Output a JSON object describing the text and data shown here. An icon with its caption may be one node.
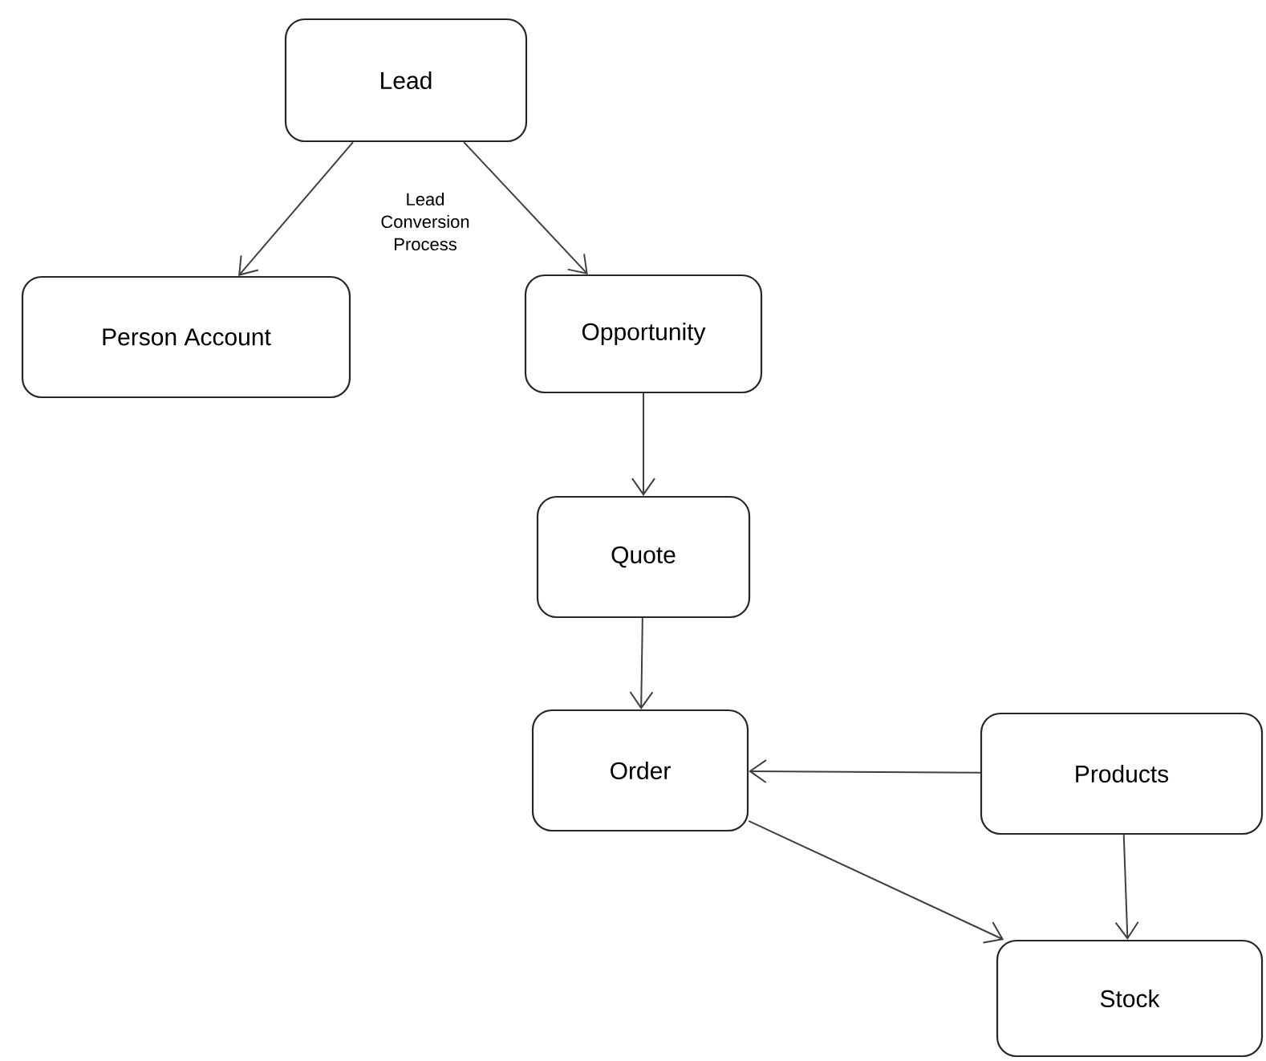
{
  "diagram": {
    "nodes": [
      {
        "text": [
          "Lead"
        ]
      },
      {
        "text": [
          "Person Account"
        ]
      },
      {
        "text": [
          "Opportunity"
        ]
      },
      {
        "text": [
          "Quote"
        ]
      },
      {
        "text": [
          "Order"
        ]
      },
      {
        "text": [
          "Products"
        ]
      },
      {
        "text": [
          "Stock"
        ]
      }
    ],
    "edges": [
      {
        "from": 0,
        "to": 1,
        "arrow": "to"
      },
      {
        "from": 0,
        "to": 2,
        "arrow": "to"
      },
      {
        "from": 2,
        "to": 3,
        "arrow": "to"
      },
      {
        "from": 3,
        "to": 4,
        "arrow": "to"
      },
      {
        "from": 5,
        "to": 4,
        "arrow": "to"
      },
      {
        "from": 5,
        "to": 6,
        "arrow": "to"
      },
      {
        "from": 4,
        "to": 6,
        "arrow": "to"
      }
    ],
    "labels": [
      "Lead Conversion Process"
    ]
  }
}
